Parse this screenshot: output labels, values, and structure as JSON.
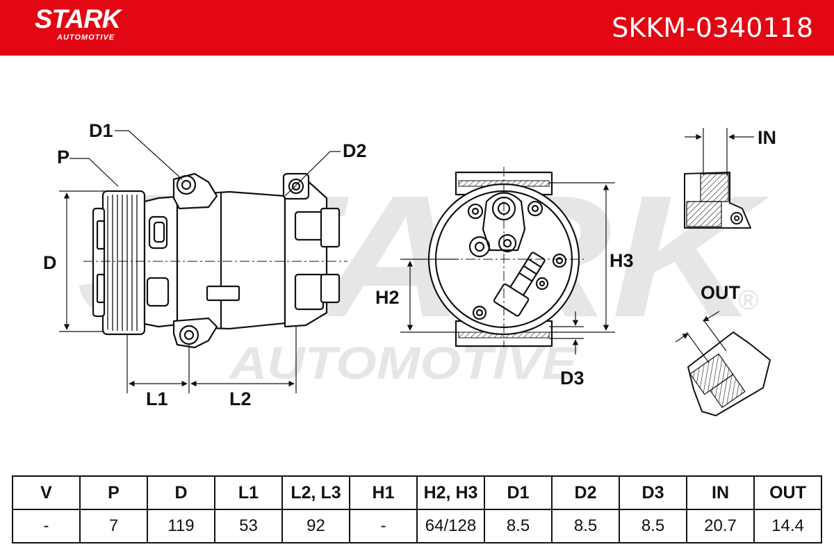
{
  "header": {
    "brand": "STARK",
    "brand_sub": "AUTOMOTIVE",
    "registered": "®",
    "part_number": "SKKM-0340118",
    "bg_color": "#e30613"
  },
  "watermark": {
    "line1": "STARK",
    "line2": "AUTOMOTIVE",
    "registered": "®"
  },
  "diagram_labels": {
    "D1": "D1",
    "D2": "D2",
    "D3": "D3",
    "P": "P",
    "D": "D",
    "L1": "L1",
    "L2": "L2",
    "H2": "H2",
    "H3": "H3",
    "IN": "IN",
    "OUT": "OUT"
  },
  "spec_table": {
    "headers": [
      "V",
      "P",
      "D",
      "L1",
      "L2, L3",
      "H1",
      "H2, H3",
      "D1",
      "D2",
      "D3",
      "IN",
      "OUT"
    ],
    "values": [
      "-",
      "7",
      "119",
      "53",
      "92",
      "-",
      "64/128",
      "8.5",
      "8.5",
      "8.5",
      "20.7",
      "14.4"
    ]
  }
}
